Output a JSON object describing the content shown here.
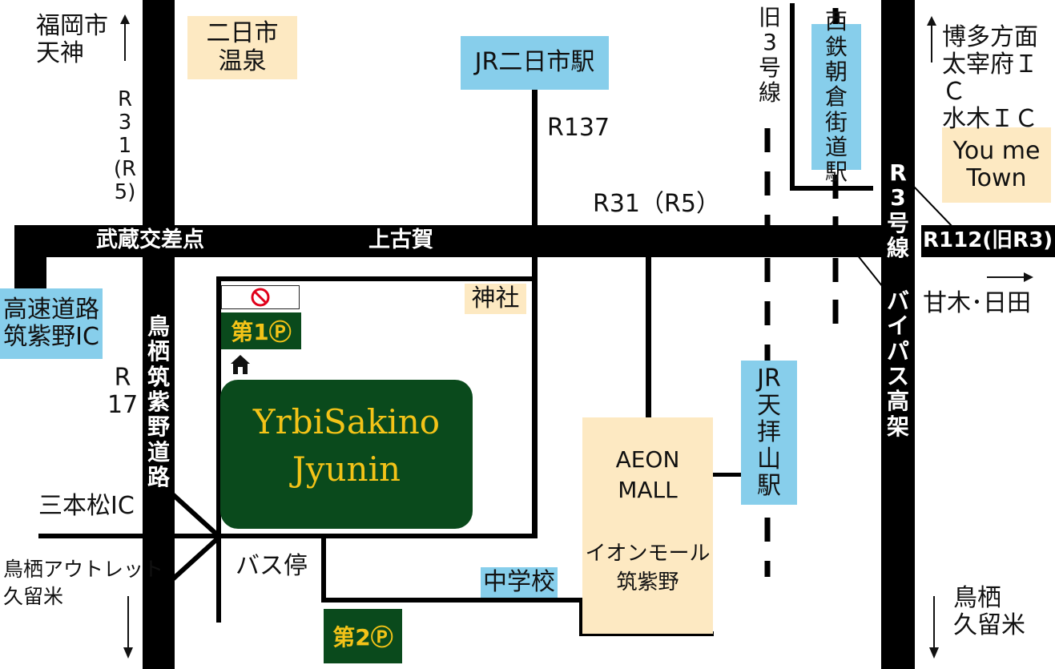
{
  "colors": {
    "road": "#000000",
    "station_box": "#87ceeb",
    "landmark_box": "#fde9c2",
    "parking": "#0a4a1c",
    "parking_text": "#f3c318",
    "shop_panel": "#0a4a1c",
    "shop_text": "#f3c318"
  },
  "labels": {
    "fukuoka": "福岡市\n天神",
    "hakata": "博多方面\n太宰府ＩＣ\n水木ＩＣ",
    "route31_vertical": "R31(R5)",
    "route31_horizontal": "R31（R5）",
    "r137": "R137",
    "old_r3": "旧3号線",
    "musashi": "武蔵交差点",
    "kamikoga": "上古賀",
    "r3": "R3号線",
    "r112": "R112(旧R3)",
    "amagi": "甘木･日田",
    "bypass": "バイパス高架",
    "tosu_road": "鳥栖筑紫野道路",
    "r17": "R\n17",
    "sanbonmatsu": "三本松IC",
    "tosu_outlet": "鳥栖アウトレット\n久留米",
    "tosu_kurume": "鳥栖\n久留米",
    "bus_stop": "バス停"
  },
  "boxes": {
    "futsukaichi_onsen": "二日市\n温泉",
    "jr_futsukaichi": "JR二日市駅",
    "nishitetsu": "西鉄朝倉街道駅",
    "youme": "You me\nTown",
    "expressway": "高速道路\n筑紫野IC",
    "shrine": "神社",
    "jr_tenpaizan": "JR天拝山駅",
    "chugakko": "中学校",
    "aeon": "AEON\nMALL",
    "aeon_jp": "イオンモール\n筑紫野"
  },
  "parking": {
    "p1": "第1Ⓟ",
    "p2": "第2Ⓟ"
  },
  "shop": {
    "line1": "YrbiSakino",
    "line2": "Jyunin"
  },
  "icons": {
    "no_entry": "no-entry-icon",
    "home": "home-icon",
    "arrow_up": "arrow-up-icon",
    "arrow_down": "arrow-down-icon",
    "arrow_right": "arrow-right-icon"
  }
}
